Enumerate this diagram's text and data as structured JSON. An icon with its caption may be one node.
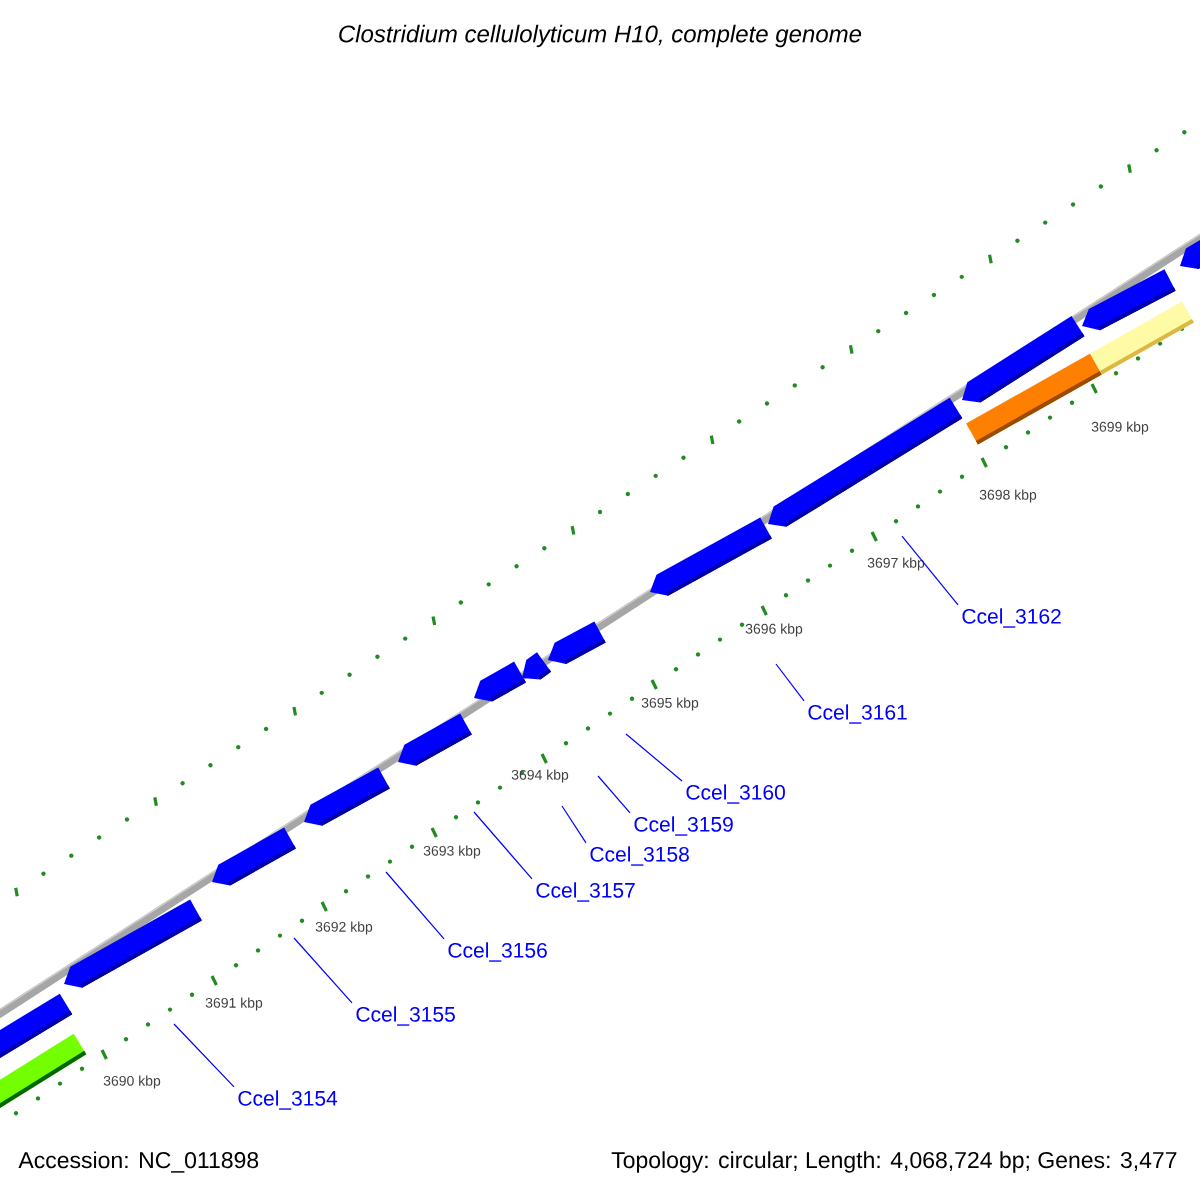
{
  "diagram": {
    "title": "Clostridium cellulolyticum H10, complete genome",
    "nodes": [
      {
        "text": [
          "Ccel_3154"
        ]
      },
      {
        "text": [
          "Ccel_3155"
        ]
      },
      {
        "text": [
          "Ccel_3156"
        ]
      },
      {
        "text": [
          "Ccel_3157"
        ]
      },
      {
        "text": [
          "Ccel_3158"
        ]
      },
      {
        "text": [
          "Ccel_3159"
        ]
      },
      {
        "text": [
          "Ccel_3160"
        ]
      },
      {
        "text": [
          "Ccel_3161"
        ]
      },
      {
        "text": [
          "Ccel_3162"
        ]
      }
    ],
    "edges": [
      {
        "from": 0,
        "to": null,
        "arrow": "none"
      },
      {
        "from": 1,
        "to": null,
        "arrow": "none"
      },
      {
        "from": 2,
        "to": null,
        "arrow": "none"
      },
      {
        "from": 3,
        "to": null,
        "arrow": "none"
      },
      {
        "from": 4,
        "to": null,
        "arrow": "none"
      },
      {
        "from": 5,
        "to": null,
        "arrow": "none"
      },
      {
        "from": 6,
        "to": null,
        "arrow": "none"
      },
      {
        "from": 7,
        "to": null,
        "arrow": "none"
      },
      {
        "from": 8,
        "to": null,
        "arrow": "none"
      }
    ],
    "labels": [
      "3699 kbp",
      "3698 kbp",
      "3697 kbp",
      "3696 kbp",
      "3695 kbp",
      "3694 kbp",
      "3693 kbp",
      "3692 kbp",
      "3691 kbp",
      "3690 kbp",
      "Accession: NC_011898",
      "Topology: circular; Length: 4,068,724 bp; Genes: 3,477"
    ]
  }
}
